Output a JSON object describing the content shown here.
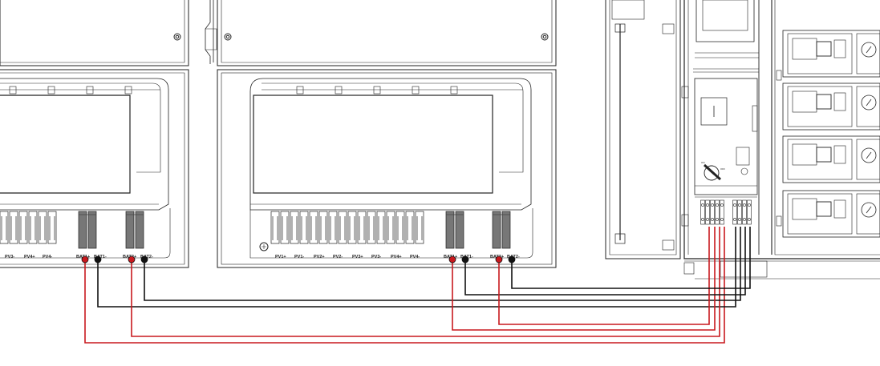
{
  "diagram": {
    "inverter_left": {
      "pv_labels": [
        "PV3-",
        "PV4+",
        "PV4-"
      ],
      "bat_labels": [
        "BAT1+",
        "BAT1-",
        "BAT2+",
        "BAT2-"
      ]
    },
    "inverter_right": {
      "pv_labels": [
        "PV1+",
        "PV1-",
        "PV2+",
        "PV2-",
        "PV3+",
        "PV3-",
        "PV4+",
        "PV4-"
      ],
      "bat_labels": [
        "BAT1+",
        "BAT1-",
        "BAT2+",
        "BAT2-"
      ]
    },
    "battery_cabinet": {
      "switch_on": "ON",
      "switch_off": "OFF"
    },
    "wire_colors": {
      "positive": "#c8191e",
      "negative": "#111111"
    }
  }
}
